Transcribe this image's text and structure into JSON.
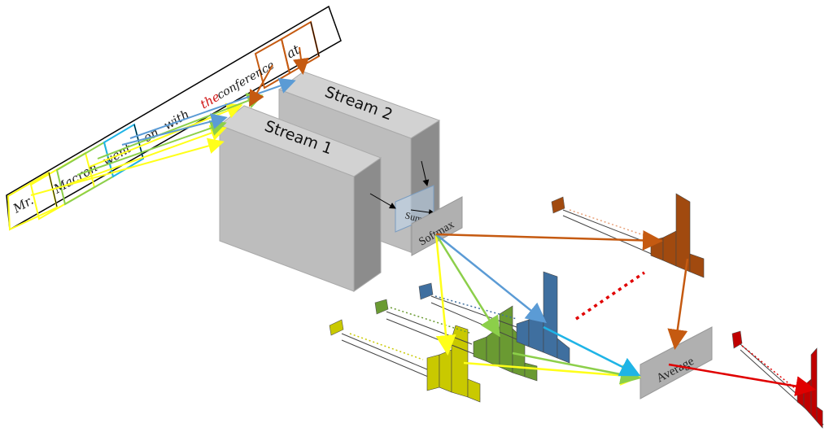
{
  "handwriting": {
    "text": "Mr. Macron went on with the conference at",
    "cells": [
      "Mr.",
      "Macron",
      "went",
      "on",
      "with",
      "the",
      "conference",
      "at"
    ]
  },
  "streams": {
    "stream1_label": "Stream 1",
    "stream2_label": "Stream 2"
  },
  "ops": {
    "sum_label": "Sum",
    "softmax_label": "Softmax",
    "average_label": "Average"
  },
  "colors": {
    "yellow": "#ffff1a",
    "green": "#8ccf4a",
    "blue": "#5b9bd5",
    "cyan": "#1fb4e6",
    "orange": "#c55a11",
    "red": "#e00000",
    "stream_face": "#bdbdbd",
    "stream_side": "#8c8c8c",
    "hist_yellow": "#c9c900",
    "hist_green": "#6a9a32",
    "hist_blue": "#3f6f9f",
    "hist_orange": "#a14a0f",
    "hist_red": "#c00000"
  },
  "icons": [
    "handwritten-line-image",
    "stream-1-block",
    "stream-2-block",
    "sum-node",
    "softmax-node",
    "average-node",
    "probability-histograms"
  ]
}
